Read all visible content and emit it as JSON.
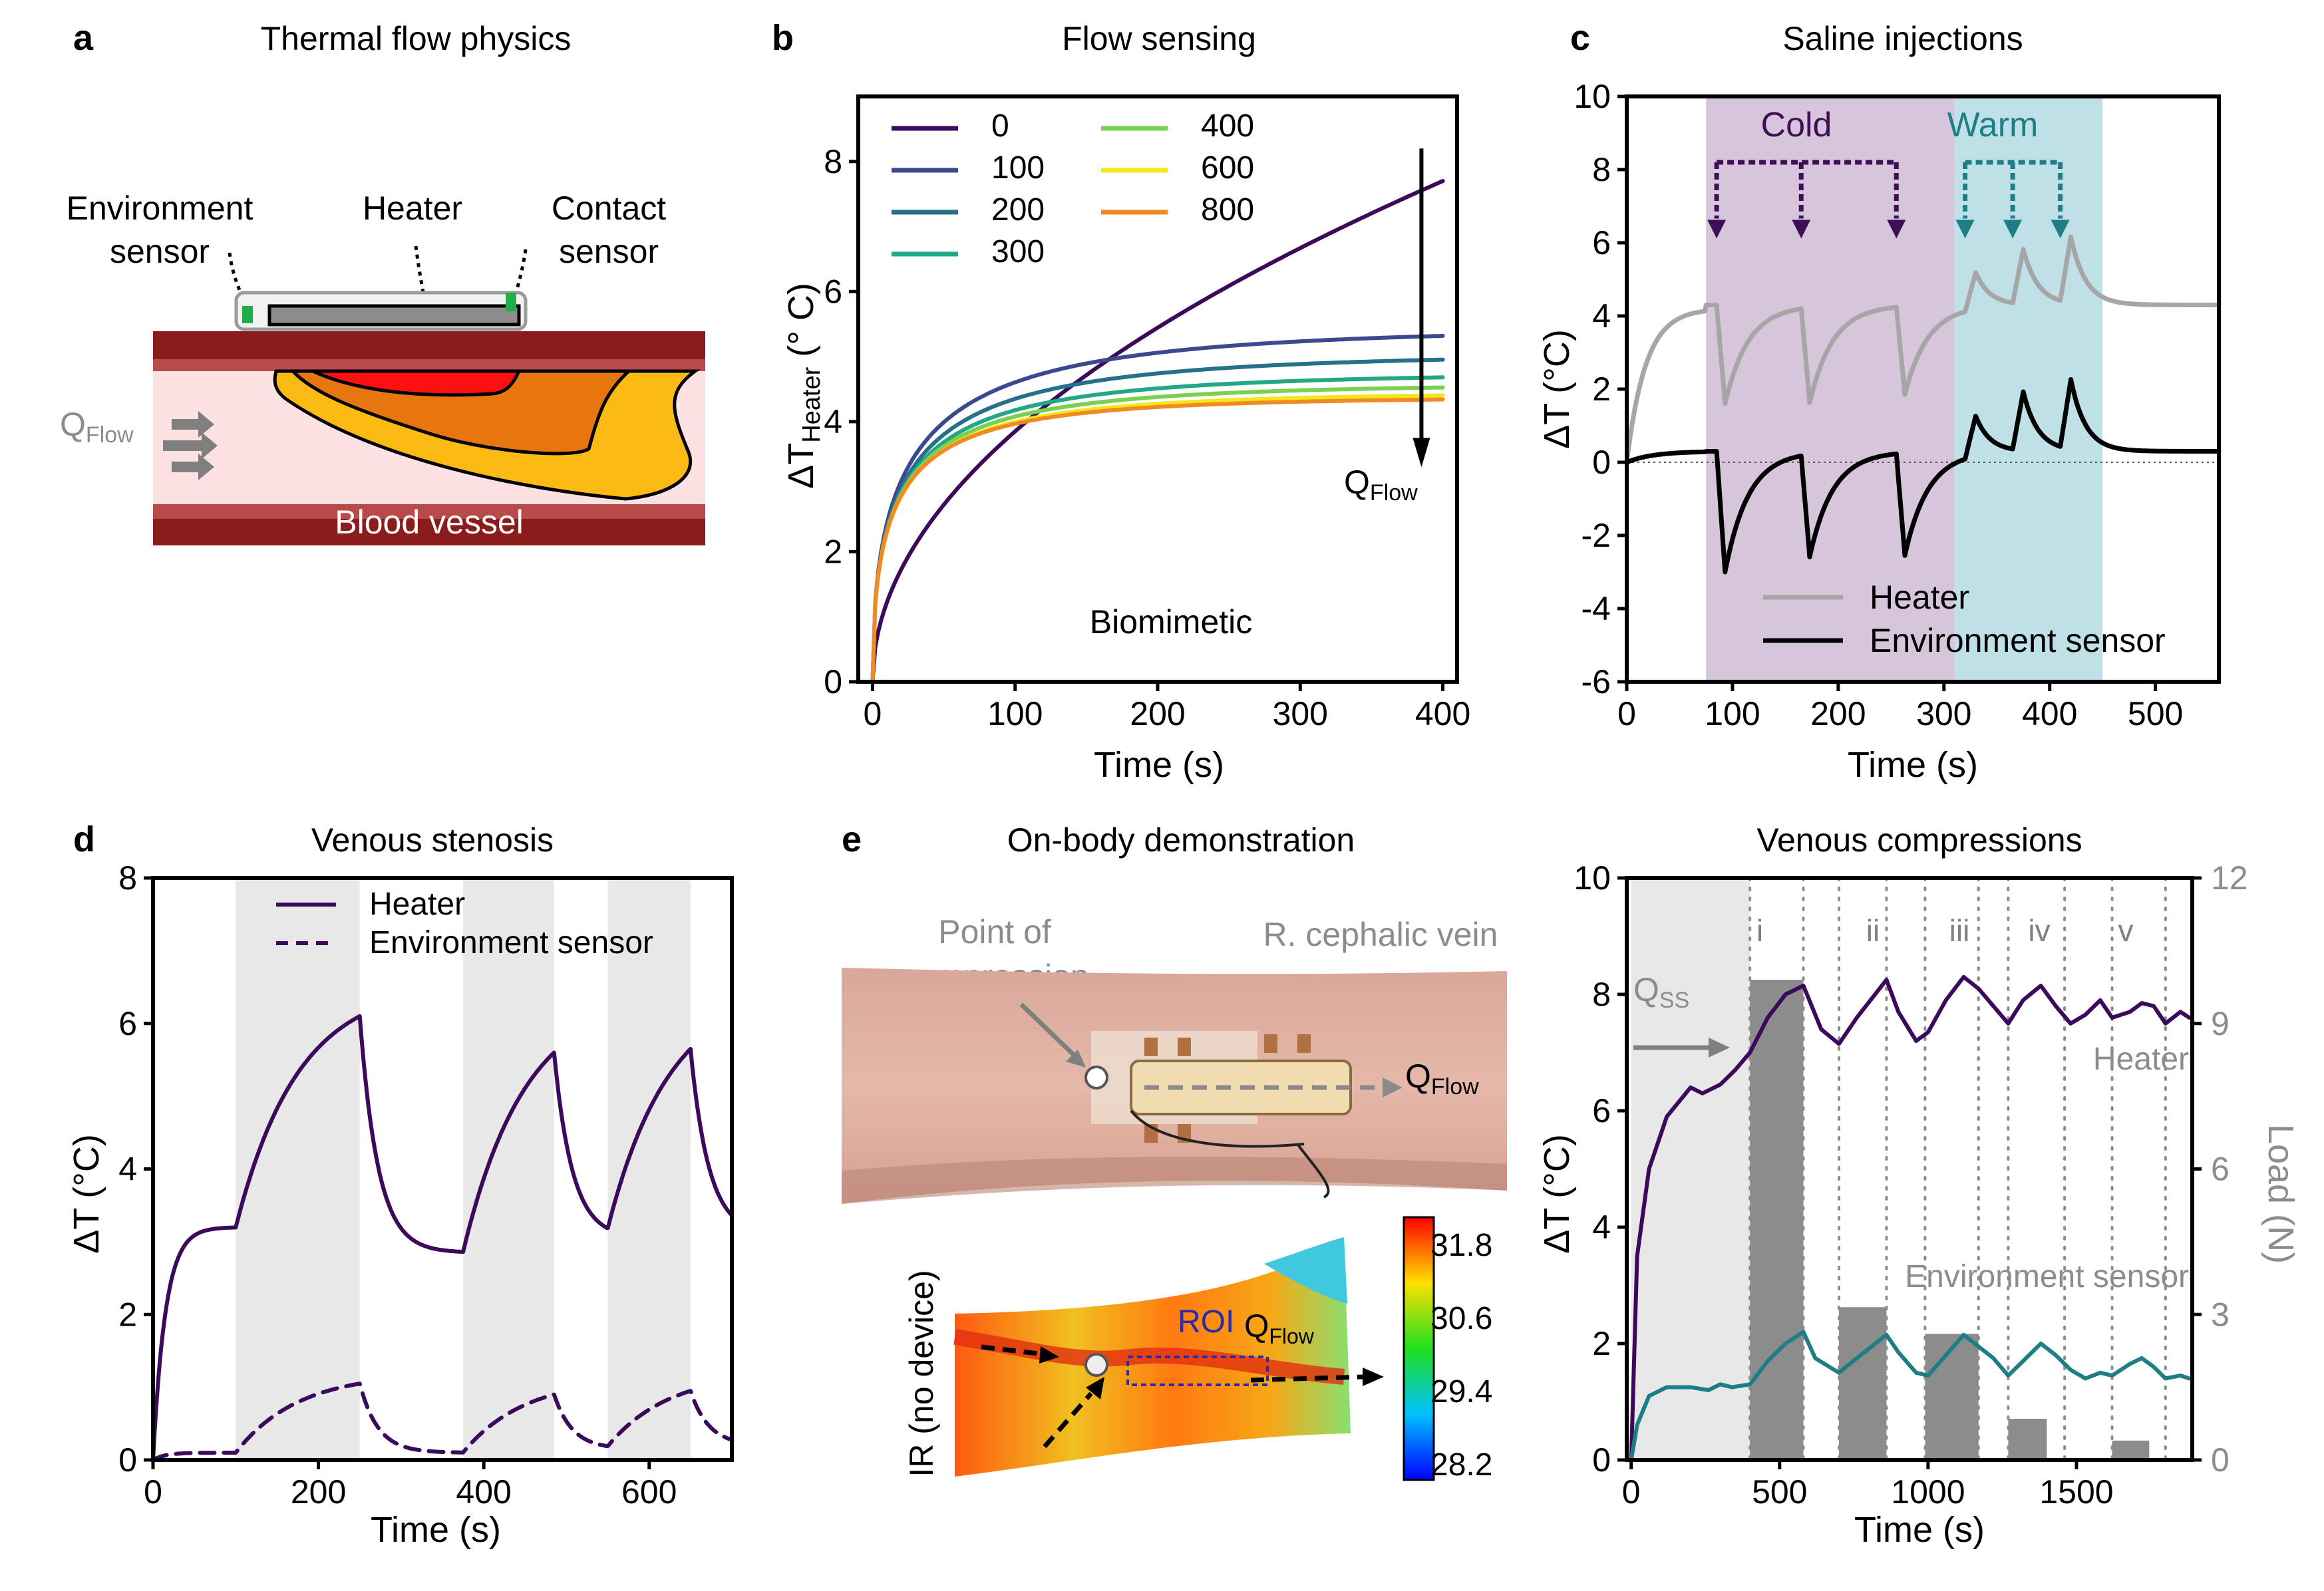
{
  "panels": {
    "a": {
      "letter": "a",
      "title": "Thermal flow physics",
      "labels": {
        "env": [
          "Environment",
          "sensor"
        ],
        "heater": "Heater",
        "contact": [
          "Contact",
          "sensor"
        ],
        "vessel": "Blood vessel",
        "qflow": "Q",
        "qflow_sub": "Flow"
      },
      "colors": {
        "vessel_wall": "#8b1c1c",
        "vessel_inner": "#b84a4a",
        "blood": "#fbe1e1",
        "hot": "#ff1010",
        "mid": "#e8760f",
        "warm": "#fbbb12",
        "sensor": "#1fae4a"
      }
    },
    "b": {
      "letter": "b",
      "title": "Flow sensing",
      "annotation": "Biomimetic"
    },
    "c": {
      "letter": "c",
      "title": "Saline injections",
      "cold_label": "Cold",
      "warm_label": "Warm",
      "colors": {
        "cold_band": "#d7c5dc",
        "warm_band": "#bfe0e6",
        "cold_arrow": "#3f0f55",
        "warm_arrow": "#1e7e86"
      }
    },
    "d": {
      "letter": "d",
      "title": "Venous stenosis"
    },
    "e": {
      "letter": "e",
      "title": "On-body demonstration",
      "labels": {
        "compression": [
          "Point of",
          "compression"
        ],
        "vein": "R. cephalic vein",
        "qflow": "Q",
        "qflow_sub": "Flow",
        "ir": "IR (no device)",
        "roi": "ROI"
      },
      "colorbar_ticks": [
        "31.8",
        "30.6",
        "29.4",
        "28.2"
      ]
    },
    "f": {
      "title": "Venous compressions",
      "qss": "Q",
      "qss_sub": "SS",
      "heater_label": "Heater",
      "env_label": "Environment sensor",
      "roman": [
        "i",
        "ii",
        "iii",
        "iv",
        "v"
      ]
    }
  },
  "chart_data": [
    {
      "id": "b",
      "type": "line",
      "title": "Flow sensing",
      "xlabel": "Time (s)",
      "ylabel_main": "ΔT",
      "ylabel_sub": "Heater",
      "ylabel_unit": " (° C)",
      "xlim": [
        -10,
        410
      ],
      "ylim": [
        0,
        9
      ],
      "xticks": [
        0,
        100,
        200,
        300,
        400
      ],
      "yticks": [
        0,
        2,
        4,
        6,
        8
      ],
      "legend": {
        "placement": "top-left",
        "cols": 2
      },
      "arrow_label": "Q",
      "arrow_label_sub": "Flow",
      "series": [
        {
          "name": "0",
          "color": "#3b0a5c",
          "A": 0.385,
          "tau": 1000000000.0,
          "p": 0.5,
          "x": [
            0,
            50,
            100,
            200,
            300,
            400
          ],
          "values": [
            0,
            2.72,
            3.85,
            5.45,
            6.67,
            7.7
          ]
        },
        {
          "name": "100",
          "color": "#3b4a8f",
          "A": 5.45,
          "tau": 45,
          "p": 0.5,
          "x": [
            0,
            50,
            100,
            200,
            300,
            400
          ],
          "values": [
            0,
            3.4,
            4.5,
            5.1,
            5.3,
            5.4
          ]
        },
        {
          "name": "200",
          "color": "#27708b",
          "A": 5.05,
          "tau": 40,
          "p": 0.5,
          "x": [
            0,
            50,
            100,
            200,
            300,
            400
          ],
          "values": [
            0,
            3.35,
            4.3,
            4.8,
            4.95,
            5.0
          ]
        },
        {
          "name": "300",
          "color": "#22a884",
          "A": 4.75,
          "tau": 35,
          "p": 0.5,
          "x": [
            0,
            50,
            100,
            200,
            300,
            400
          ],
          "values": [
            0,
            3.3,
            4.1,
            4.5,
            4.65,
            4.7
          ]
        },
        {
          "name": "400",
          "color": "#7ad151",
          "A": 4.58,
          "tau": 32,
          "p": 0.5,
          "x": [
            0,
            50,
            100,
            200,
            300,
            400
          ],
          "values": [
            0,
            3.25,
            4.0,
            4.35,
            4.5,
            4.55
          ]
        },
        {
          "name": "600",
          "color": "#f5e61c",
          "A": 4.45,
          "tau": 30,
          "p": 0.5,
          "x": [
            0,
            50,
            100,
            200,
            300,
            400
          ],
          "values": [
            0,
            3.2,
            3.9,
            4.25,
            4.38,
            4.42
          ]
        },
        {
          "name": "800",
          "color": "#f08a25",
          "A": 4.38,
          "tau": 28,
          "p": 0.5,
          "x": [
            0,
            50,
            100,
            200,
            300,
            400
          ],
          "values": [
            0,
            3.15,
            3.85,
            4.18,
            4.3,
            4.35
          ]
        }
      ]
    },
    {
      "id": "c",
      "type": "line",
      "title": "Saline injections",
      "xlabel": "Time (s)",
      "ylabel": "ΔT (°C)",
      "xlim": [
        0,
        560
      ],
      "ylim": [
        -6,
        10
      ],
      "xticks": [
        0,
        100,
        200,
        300,
        400,
        500
      ],
      "yticks": [
        -6,
        -4,
        -2,
        0,
        2,
        4,
        6,
        8,
        10
      ],
      "bands": [
        {
          "label": "Cold",
          "x0": 75,
          "x1": 310
        },
        {
          "label": "Warm",
          "x0": 310,
          "x1": 450
        }
      ],
      "injections_cold": [
        85,
        165,
        255
      ],
      "injections_warm": [
        320,
        365,
        410
      ],
      "legend": {
        "placement": "bottom-right"
      },
      "series": [
        {
          "name": "Heater",
          "color": "#a6a6a6",
          "baseline": 4.3,
          "start": 4.2,
          "events": [
            {
              "t": 85,
              "amp": -2.7,
              "type": "cold"
            },
            {
              "t": 165,
              "amp": -2.6,
              "type": "cold"
            },
            {
              "t": 255,
              "amp": -2.4,
              "type": "cold"
            },
            {
              "t": 320,
              "amp": 1.0,
              "type": "warm"
            },
            {
              "t": 365,
              "amp": 1.5,
              "type": "warm"
            },
            {
              "t": 410,
              "amp": 1.8,
              "type": "warm"
            }
          ]
        },
        {
          "name": "Environment sensor",
          "color": "#000000",
          "baseline": 0.3,
          "start": 0.3,
          "events": [
            {
              "t": 85,
              "amp": -3.3,
              "type": "cold"
            },
            {
              "t": 165,
              "amp": -2.8,
              "type": "cold"
            },
            {
              "t": 255,
              "amp": -2.8,
              "type": "cold"
            },
            {
              "t": 320,
              "amp": 1.1,
              "type": "warm"
            },
            {
              "t": 365,
              "amp": 1.6,
              "type": "warm"
            },
            {
              "t": 410,
              "amp": 1.9,
              "type": "warm"
            }
          ]
        }
      ]
    },
    {
      "id": "d",
      "type": "line",
      "title": "Venous stenosis",
      "xlabel": "Time (s)",
      "ylabel": "ΔT (°C)",
      "xlim": [
        0,
        700
      ],
      "ylim": [
        0,
        8
      ],
      "xticks": [
        0,
        200,
        400,
        600
      ],
      "yticks": [
        0,
        2,
        4,
        6,
        8
      ],
      "bands": [
        {
          "x0": 100,
          "x1": 250
        },
        {
          "x0": 375,
          "x1": 485
        },
        {
          "x0": 550,
          "x1": 650
        }
      ],
      "legend": {
        "placement": "top-right"
      },
      "series": [
        {
          "name": "Heater",
          "style": "solid",
          "color": "#3b0a5c",
          "rise_to": [
            3.2,
            6.1,
            5.6,
            5.65
          ],
          "fall_to": [
            2.85,
            3.05,
            3.1
          ]
        },
        {
          "name": "Environment sensor",
          "style": "dashed",
          "color": "#3b0a5c",
          "rise_to": [
            0.1,
            1.05,
            0.9,
            0.95
          ],
          "fall_to": [
            0.1,
            0.15,
            0.2
          ]
        }
      ]
    },
    {
      "id": "f",
      "type": "line+bar",
      "title": "Venous compressions",
      "xlabel": "Time (s)",
      "ylabel": "ΔT (°C)",
      "ylabel_right": "Load (N)",
      "xlim": [
        -15,
        1890
      ],
      "ylim": [
        0,
        10
      ],
      "ylim_right": [
        0,
        12
      ],
      "xticks": [
        0,
        500,
        1000,
        1500
      ],
      "yticks": [
        0,
        2,
        4,
        6,
        8,
        10
      ],
      "yticks_right": [
        0,
        3,
        6,
        9,
        12
      ],
      "shade": [
        0,
        400
      ],
      "vlines": [
        400,
        580,
        700,
        860,
        990,
        1170,
        1270,
        1460,
        1620,
        1800
      ],
      "bars": [
        {
          "x0": 400,
          "x1": 580,
          "load": 9.9
        },
        {
          "x0": 700,
          "x1": 860,
          "load": 3.15
        },
        {
          "x0": 990,
          "x1": 1170,
          "load": 2.6
        },
        {
          "x0": 1270,
          "x1": 1400,
          "load": 0.85
        },
        {
          "x0": 1620,
          "x1": 1745,
          "load": 0.4
        }
      ],
      "series": [
        {
          "name": "Heater",
          "color": "#3b0a5c",
          "x": [
            0,
            20,
            60,
            120,
            200,
            240,
            300,
            350,
            400,
            460,
            520,
            580,
            640,
            700,
            760,
            860,
            900,
            960,
            1000,
            1060,
            1120,
            1170,
            1220,
            1270,
            1320,
            1380,
            1430,
            1480,
            1530,
            1580,
            1620,
            1680,
            1720,
            1760,
            1800,
            1850,
            1880
          ],
          "values": [
            0,
            3.5,
            5.0,
            5.9,
            6.4,
            6.3,
            6.45,
            6.7,
            7.0,
            7.6,
            8.0,
            8.15,
            7.4,
            7.15,
            7.6,
            8.25,
            7.7,
            7.2,
            7.35,
            7.9,
            8.3,
            8.1,
            7.8,
            7.5,
            7.9,
            8.15,
            7.8,
            7.5,
            7.65,
            7.9,
            7.6,
            7.7,
            7.85,
            7.8,
            7.5,
            7.7,
            7.6
          ]
        },
        {
          "name": "Environment sensor",
          "color": "#1e7e86",
          "x": [
            0,
            20,
            60,
            120,
            200,
            260,
            300,
            340,
            400,
            460,
            520,
            580,
            620,
            700,
            760,
            860,
            900,
            960,
            1000,
            1060,
            1120,
            1170,
            1220,
            1270,
            1320,
            1380,
            1430,
            1480,
            1530,
            1580,
            1620,
            1680,
            1720,
            1760,
            1800,
            1850,
            1880
          ],
          "values": [
            0,
            0.6,
            1.1,
            1.25,
            1.25,
            1.2,
            1.3,
            1.25,
            1.3,
            1.7,
            2.0,
            2.2,
            1.75,
            1.5,
            1.75,
            2.15,
            1.85,
            1.5,
            1.45,
            1.8,
            2.15,
            1.95,
            1.75,
            1.45,
            1.7,
            2.0,
            1.8,
            1.55,
            1.4,
            1.5,
            1.45,
            1.65,
            1.75,
            1.6,
            1.4,
            1.45,
            1.4
          ]
        }
      ]
    }
  ]
}
